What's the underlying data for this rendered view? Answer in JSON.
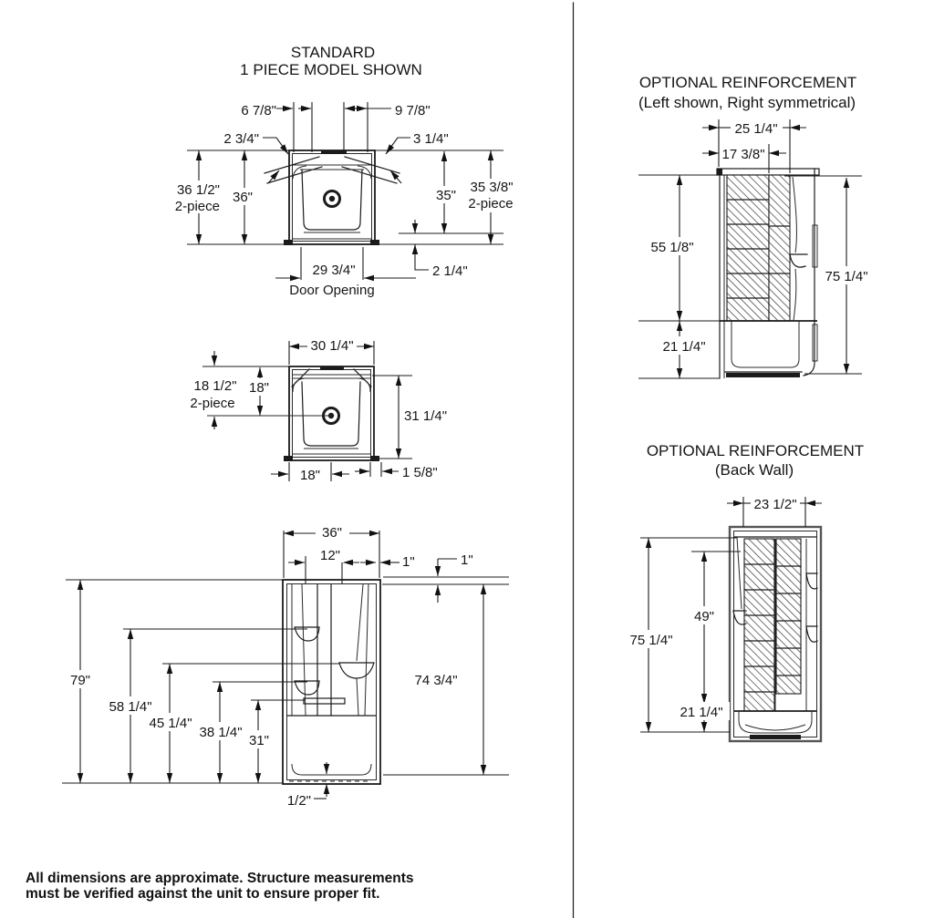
{
  "views": {
    "standard": {
      "title1": "STANDARD",
      "title2": "1 PIECE MODEL SHOWN",
      "dim_6_7_8": "6 7/8\"",
      "dim_9_7_8": "9 7/8\"",
      "dim_2_3_4": "2 3/4\"",
      "dim_3_1_4": "3 1/4\"",
      "dim_36_1_2": "36 1/2\"",
      "dim_36_1_2_note": "2-piece",
      "dim_36": "36\"",
      "dim_35": "35\"",
      "dim_35_3_8": "35 3/8\"",
      "dim_35_3_8_note": "2-piece",
      "dim_29_3_4": "29 3/4\"",
      "door_opening_label": "Door Opening",
      "dim_2_1_4": "2 1/4\""
    },
    "plan": {
      "dim_30_1_4": "30 1/4\"",
      "dim_18_1_2": "18 1/2\"",
      "dim_18_1_2_note": "2-piece",
      "dim_18_vertical": "18\"",
      "dim_31_1_4": "31 1/4\"",
      "dim_18_horizontal": "18\"",
      "dim_1_5_8": "1 5/8\""
    },
    "front": {
      "dim_36": "36\"",
      "dim_12": "12\"",
      "dim_1_top": "1\"",
      "dim_1_right": "1\"",
      "dim_79": "79\"",
      "dim_58_1_4": "58 1/4\"",
      "dim_45_1_4": "45 1/4\"",
      "dim_38_1_4": "38 1/4\"",
      "dim_31": "31\"",
      "dim_74_3_4": "74 3/4\"",
      "dim_1_2": "1/2\""
    },
    "reinforcement_side": {
      "title1": "OPTIONAL REINFORCEMENT",
      "title2": "(Left shown, Right symmetrical)",
      "dim_25_1_4": "25 1/4\"",
      "dim_17_3_8": "17 3/8\"",
      "dim_55_1_8": "55 1/8\"",
      "dim_21_1_4": "21 1/4\"",
      "dim_75_1_4": "75 1/4\""
    },
    "reinforcement_back": {
      "title1": "OPTIONAL REINFORCEMENT",
      "title2": "(Back Wall)",
      "dim_23_1_2": "23 1/2\"",
      "dim_75_1_4": "75 1/4\"",
      "dim_49": "49\"",
      "dim_21_1_4": "21 1/4\""
    }
  },
  "footer": {
    "line1": "All dimensions are approximate. Structure measurements",
    "line2": "must be verified against the unit to ensure proper fit."
  }
}
